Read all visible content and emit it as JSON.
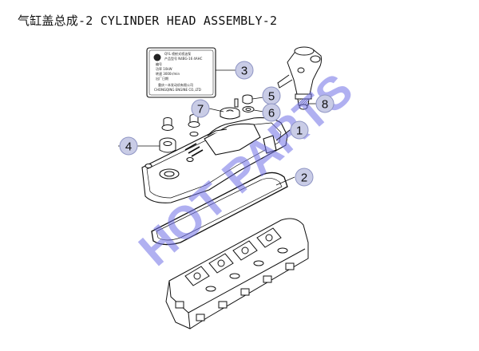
{
  "title": "气缸盖总成-2 CYLINDER HEAD ASSEMBLY-2",
  "watermark": "HOT PARTS",
  "colors": {
    "callout_bg": "#c9cce6",
    "callout_border": "#8f95c4",
    "watermark": "#6f6fe6",
    "line": "#111111"
  },
  "nameplate": {
    "lines": [
      "QYL 喷射式喷油泵",
      "产品型号  N4BG-16 4AHC",
      "编号",
      "功率  10kW",
      "转速  3000r/min",
      "出厂日期",
      "重庆一本发动机有限公司",
      "CHONGQING ENGINE CO.,LTD"
    ]
  },
  "callouts": [
    {
      "label": "1"
    },
    {
      "label": "2"
    },
    {
      "label": "3"
    },
    {
      "label": "4"
    },
    {
      "label": "5"
    },
    {
      "label": "6"
    },
    {
      "label": "7"
    },
    {
      "label": "8"
    }
  ]
}
